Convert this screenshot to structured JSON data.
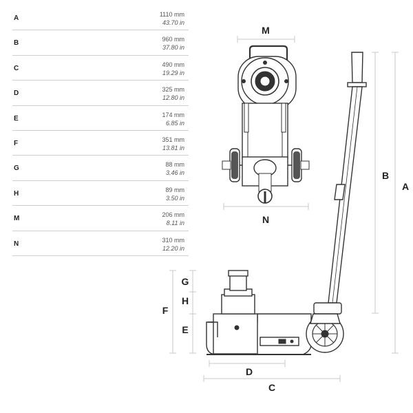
{
  "specs": [
    {
      "key": "A",
      "mm": "1110 mm",
      "in": "43.70 in"
    },
    {
      "key": "B",
      "mm": "960 mm",
      "in": "37.80 in"
    },
    {
      "key": "C",
      "mm": "490 mm",
      "in": "19.29 in"
    },
    {
      "key": "D",
      "mm": "325 mm",
      "in": "12.80 in"
    },
    {
      "key": "E",
      "mm": "174 mm",
      "in": "6.85 in"
    },
    {
      "key": "F",
      "mm": "351 mm",
      "in": "13.81 in"
    },
    {
      "key": "G",
      "mm": "88 mm",
      "in": "3.46 in"
    },
    {
      "key": "H",
      "mm": "89 mm",
      "in": "3.50 in"
    },
    {
      "key": "M",
      "mm": "206 mm",
      "in": "8.11 in"
    },
    {
      "key": "N",
      "mm": "310 mm",
      "in": "12.20 in"
    }
  ],
  "labels": {
    "M": "M",
    "N": "N",
    "A": "A",
    "B": "B",
    "C": "C",
    "D": "D",
    "E": "E",
    "F": "F",
    "G": "G",
    "H": "H"
  }
}
